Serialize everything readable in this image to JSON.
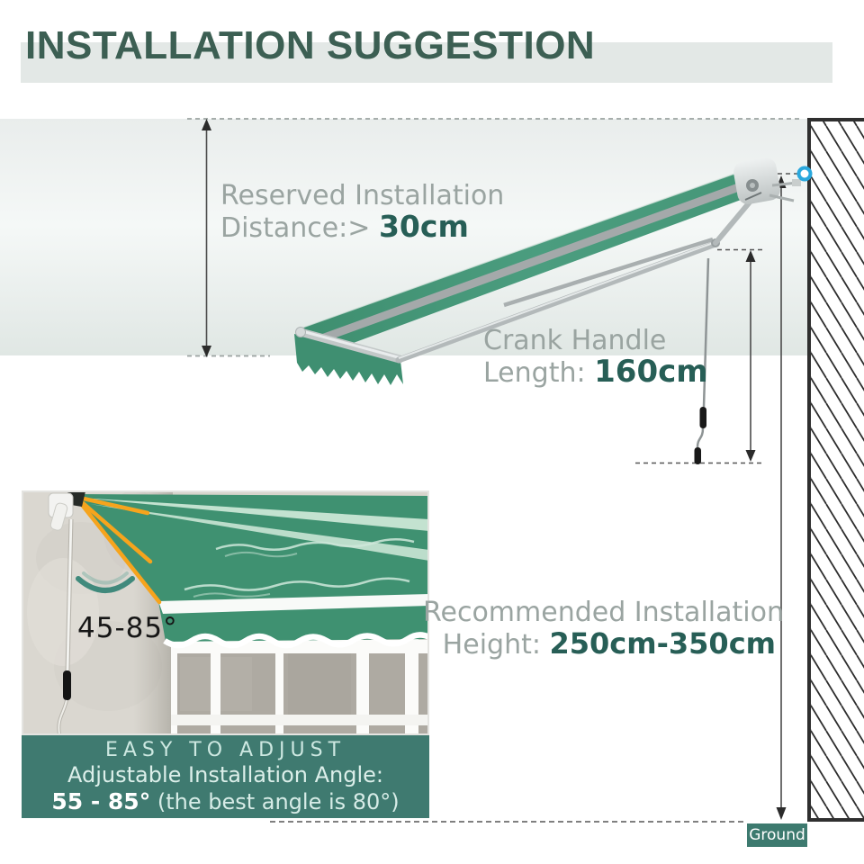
{
  "title": "INSTALLATION SUGGESTION",
  "measurements": {
    "reserved": {
      "line1": "Reserved Installation",
      "prefix": "Distance:> ",
      "value": "30cm"
    },
    "crank": {
      "line1": "Crank Handle",
      "prefix": "Length: ",
      "value": "160cm"
    },
    "height": {
      "line1": "Recommended Installation",
      "prefix": "Height: ",
      "value": "250cm-350cm"
    }
  },
  "inset": {
    "angle_label": "45-85°",
    "caption_heading": "EASY TO ADJUST",
    "caption_line1": "Adjustable Installation Angle:",
    "caption_bold": "55 - 85°",
    "caption_rest": " (the best angle is 80°)"
  },
  "ground_label": "Ground",
  "colors": {
    "title_green": "#3c5f53",
    "accent_green": "#275e56",
    "label_gray": "#9aa4a1",
    "awning_green": "#45977a",
    "pale_stripe_green": "#c3e2d0",
    "caption_teal": "#3f7a70",
    "orange": "#f6a41d",
    "marker_blue": "#2aa8dd",
    "band_gray": "#e3e8e6"
  }
}
